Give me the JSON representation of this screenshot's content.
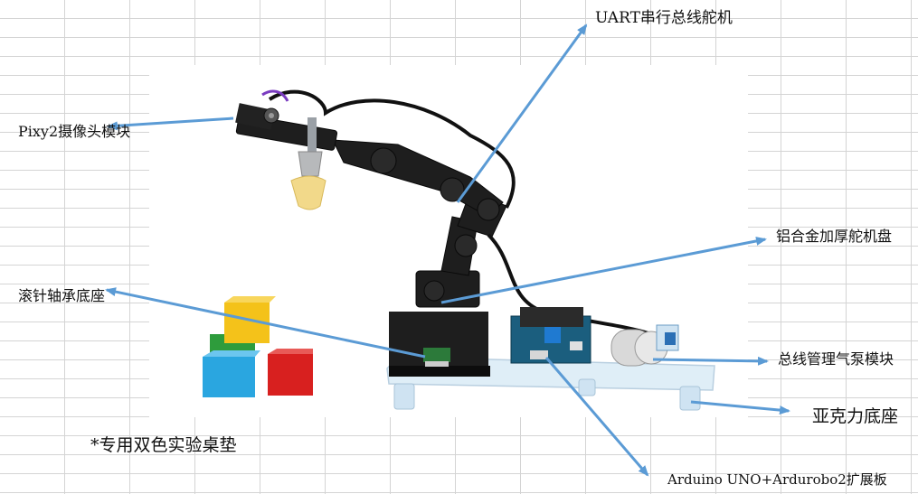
{
  "labels": {
    "uart_servo": "UART串行总线舵机",
    "pixy2": "Pixy2摄像头模块",
    "servo_disc": "铝合金加厚舵机盘",
    "bearing_base": "滚针轴承底座",
    "pump_module": "总线管理气泵模块",
    "acrylic_base": "亚克力底座",
    "mat_note": "*专用双色实验桌垫",
    "arduino_board": "Arduino UNO+Ardurobo2扩展板"
  },
  "colors": {
    "arrow": "#5b9bd5",
    "block_yellow": "#f4c21a",
    "block_green": "#2e9c3c",
    "block_blue": "#2aa6e0",
    "block_red": "#d8201f",
    "robot_black": "#1e1e1e",
    "acrylic": "#dfeef7"
  }
}
